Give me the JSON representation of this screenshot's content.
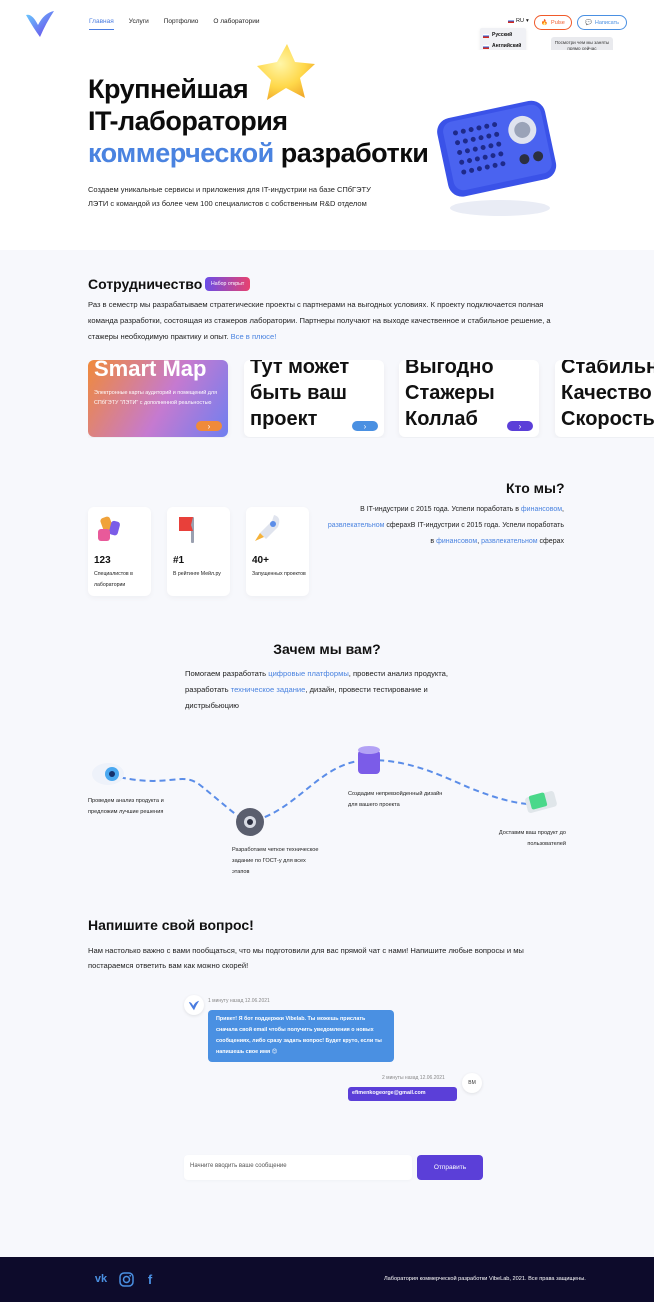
{
  "header": {
    "nav": [
      "Главная",
      "Услуги",
      "Портфолио",
      "О лаборатории"
    ],
    "lang_current": "RU",
    "lang_options": [
      "Русский",
      "Английский"
    ],
    "pulse_label": "Pulse",
    "write_label": "Написать",
    "tooltip": "Посмотри чем мы заняты прямо сейчас"
  },
  "hero": {
    "title_line1": "Крупнейшая",
    "title_line2": "IT-лаборатория",
    "title_blue": "коммерческой",
    "title_rest": "разработки",
    "subtitle": "Создаем уникальные сервисы и приложения для IT-индустрии на базе СПбГЭТУ ЛЭТИ с командой из более чем 100 специалистов с собственным R&D отделом"
  },
  "coop": {
    "title": "Сотрудничество",
    "badge": "Набор открыт",
    "text": "Раз в семестр мы разрабатываем стратегические проекты с партнерами на выгодных условиях. К проекту подключается полная команда разработки, состоящая из стажеров лаборатории. Партнеры получают на выходе качественное и стабильное решение, а стажеры необходимую практику и опыт.",
    "link": "Все в плюсе!",
    "cards": [
      {
        "title": "Smart Map",
        "desc": "Электронные карты аудиторий и помещений для СПбГЭТУ \"ЛЭТИ\" с дополненной реальностью",
        "accent": "#f08a3a"
      },
      {
        "title": "Тут может быть ваш проект",
        "accent": "#4a90e2"
      },
      {
        "title": "Выгодно Стажеры Коллаб",
        "accent": "#5b3fd8"
      },
      {
        "title": "Стабильно Качество Скорость",
        "accent": "#4a90e2"
      }
    ]
  },
  "who": {
    "title": "Кто мы?",
    "text_a": "В IT-индустрии с 2015 года. Успели поработать в",
    "link1": "финансовом",
    "link2": "развлекательном",
    "text_b": "сферахВ IT-индустрии с 2015 года. Успели поработать в",
    "link3": "финансовом",
    "link4": "развлекательном",
    "text_c": "сферах",
    "stats": [
      {
        "num": "123",
        "label": "Специалистов в лаборатории"
      },
      {
        "num": "#1",
        "label": "В рейтинге Мейл.ру"
      },
      {
        "num": "40+",
        "label": "Запущенных проектов"
      }
    ]
  },
  "why": {
    "title": "Зачем мы вам?",
    "t1": "Помогаем разработать",
    "l1": "цифровые платформы",
    "t2": ", провести анализ продукта, разработать",
    "l2": "техническое задание",
    "t3": ", дизайн, провести тестирование и дистрыбьюцию",
    "steps": [
      "Проведем анализ продукта и предложим лучшие решения",
      "Разработаем четкое техническое задание по ГОСТ-у для всех этапов",
      "Создадим непревзойденный дизайн для вашего проекта",
      "Доставим ваш продукт до пользователей"
    ]
  },
  "chat": {
    "title": "Напишите свой вопрос!",
    "text": "Нам настолько важно с вами пообщаться, что мы подготовили для вас прямой чат с нами! Напишите любые вопросы и мы постараемся ответить вам как можно скорей!",
    "bot_time": "1 минуту назад 12.06.2021",
    "bot_msg": "Привет! Я бот поддержки Vibelab. Ты можешь прислать сначала свой email чтобы получить уведомления о новых сообщениях, либо сразу задать вопрос! Будет круто, если ты напишешь свое имя 😊",
    "user_time": "2 минуты назад 12.06.2021",
    "user_msg": "efimenkogeorge@gmail.com",
    "user_initials": "ВМ",
    "placeholder": "Начните вводить ваше сообщение",
    "send": "Отправить"
  },
  "footer": {
    "copyright": "Лаборатория коммерческой разработки VibeLab, 2021. Все права защищены."
  }
}
